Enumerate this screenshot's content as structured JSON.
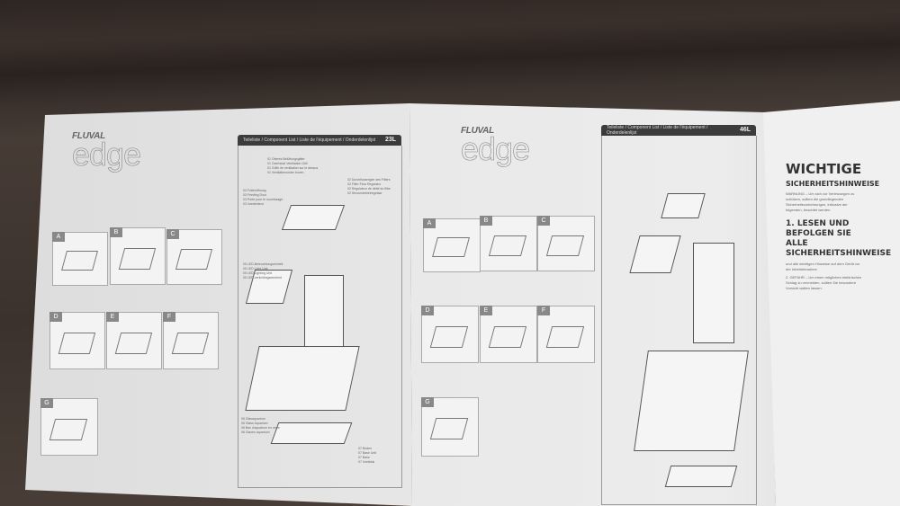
{
  "left_page": {
    "logo": {
      "brand": "FLUVAL",
      "product": "edge"
    },
    "header": {
      "title": "Teileliste / Component List / Liste de l'équipement / Onderdelenlijst",
      "size": "23L"
    },
    "panels": [
      "A",
      "B",
      "C",
      "D",
      "E",
      "F",
      "G"
    ],
    "labels": [
      [
        "01 Oberes Belüftungsgitter",
        "01 Overhead Ventilation Grill",
        "01 Grille de ventilation sur le dessus",
        "01 Ventilatierooster boven"
      ],
      [
        "02 Durchflussregler des Filters",
        "02 Filter Flow Regulator",
        "02 Régulateur de débit du filtre",
        "02 Stroomdebietregelaar"
      ],
      [
        "03 Futteröffnung",
        "03 Feeding Door",
        "03 Porte pour le nourrissage",
        "03 Voederdeur"
      ],
      [
        "05 LED-Beleuchtungseinheit",
        "05 LED Light Unit",
        "05 LED Lighting Unit",
        "05 LED-verlichtingseenheid"
      ],
      [
        "06 Glasaquarium",
        "06 Glass Aquarium",
        "06 Bac d'aquarium en verre",
        "06 Glazen aquarium"
      ],
      [
        "07 Boden",
        "07 Base Unit",
        "07 Base",
        "07 Voetstuk"
      ]
    ]
  },
  "right_page": {
    "logo": {
      "brand": "FLUVAL",
      "product": "edge"
    },
    "header": {
      "title": "Teileliste / Component List / Liste de l'équipement / Onderdelenlijst",
      "size": "46L"
    },
    "panels": [
      "A",
      "B",
      "C",
      "D",
      "E",
      "F",
      "G"
    ]
  },
  "third_page": {
    "title1": "WICHTIGE",
    "title2": "SICHERHEITSHINWEISE",
    "warning": "WARNUNG – Um sich vor Verletzungen zu schützen, sollten die grundlegenden Sicherheitsvorkehrungen, inklusive der folgenden, beachtet werden.",
    "section1": "1. LESEN UND BEFOLGEN SIE ALLE SICHERHEITSHINWEISE",
    "section1_body": "und alle wichtigen Hinweise auf dem Gerät vor der Inbetriebnahme.",
    "item2": "2. GEFAHR – Um einen möglichen elektrischen Schlag zu vermeiden, sollten Sie besondere Vorsicht walten lassen."
  }
}
